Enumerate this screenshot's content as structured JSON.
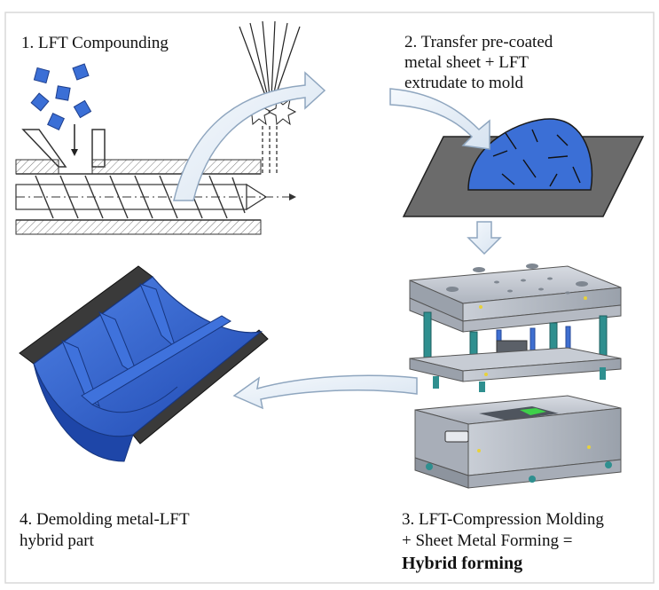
{
  "steps": {
    "step1": {
      "label": "1. LFT Compounding"
    },
    "step2": {
      "line1": "2. Transfer pre-coated",
      "line2": "metal sheet + LFT",
      "line3": "extrudate to mold"
    },
    "step3": {
      "line1": "3. LFT-Compression Molding",
      "line2": "+ Sheet Metal Forming =",
      "line3": "Hybrid  forming"
    },
    "step4": {
      "line1": "4. Demolding  metal-LFT",
      "line2": "hybrid part"
    }
  },
  "colors": {
    "lft_blue": "#3b6fd6",
    "part_blue": "#2f5fcf",
    "sheet_gray": "#6b6b6b",
    "mold_steel": "#b9bec7",
    "pillar_teal": "#2f8f8f",
    "arrow_fill": "#e6eef7",
    "arrow_stroke": "#8fa6bf"
  },
  "icons": [
    "lft-pellet-icon",
    "extruder-screw-icon",
    "fiber-spray-icon",
    "flow-arrow-icon",
    "mold-icon",
    "hybrid-part-icon"
  ]
}
